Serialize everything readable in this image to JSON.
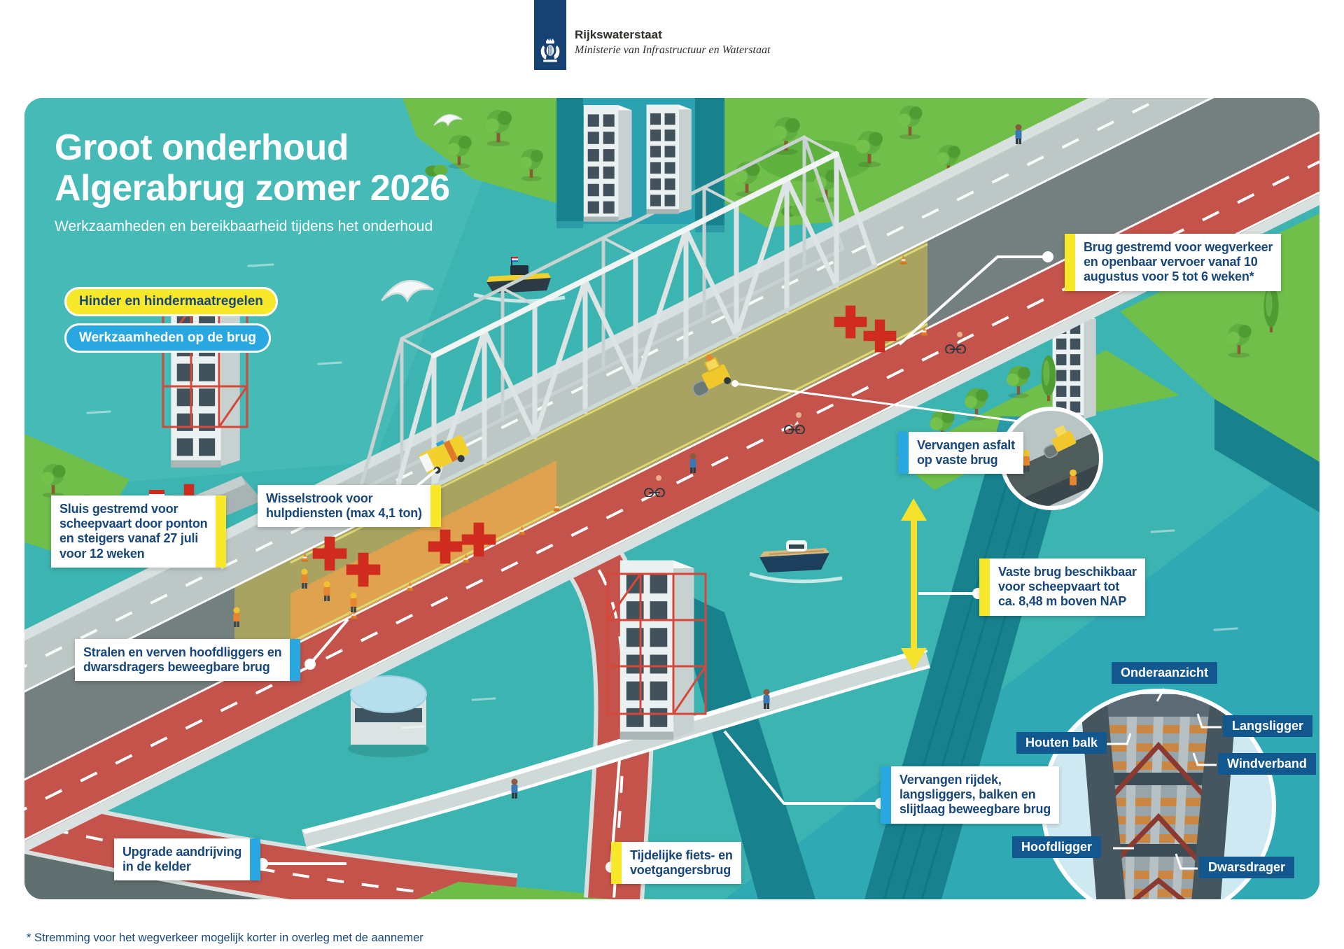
{
  "header": {
    "brand": "Rijkswaterstaat",
    "ministry": "Ministerie van Infrastructuur en Waterstaat"
  },
  "title": {
    "line1": "Groot onderhoud",
    "line2": "Algerabrug zomer 2026",
    "subtitle": "Werkzaamheden en bereikbaarheid tijdens het onderhoud"
  },
  "legend": {
    "hinder": "Hinder en hindermaatregelen",
    "werk": "Werkzaamheden op de brug"
  },
  "callouts": {
    "brug_gestremd": "Brug gestremd voor wegverkeer\nen openbaar vervoer vanaf 10\naugustus voor 5 tot 6 weken*",
    "wisselstrook": "Wisselstrook voor\nhulpdiensten (max 4,1 ton)",
    "sluis_gestremd": "Sluis gestremd voor\nscheepvaart door ponton\nen steigers vanaf 27 juli\nvoor 12 weken",
    "stralen_verven": "Stralen en verven hoofdliggers en\ndwarsdragers beweegbare brug",
    "vervangen_asfalt": "Vervangen asfalt\nop vaste brug",
    "vaste_brug": "Vaste brug beschikbaar\nvoor scheepvaart tot\nca. 8,48 m boven NAP",
    "vervangen_rijdek": "Vervangen rijdek,\nlangsliggers, balken en\nslijtlaag beweegbare brug",
    "upgrade_aandrijving": "Upgrade aandrijving\nin de kelder",
    "tijdelijke_brug": "Tijdelijke fiets- en\nvoetgangersbrug"
  },
  "detail_view": {
    "title": "Onderaanzicht",
    "houten_balk": "Houten balk",
    "langsligger": "Langsligger",
    "windverband": "Windverband",
    "hoofdligger": "Hoofdligger",
    "dwarsdrager": "Dwarsdrager"
  },
  "footnote": "* Stremming voor het wegverkeer mogelijk korter in overleg met de aannemer",
  "colors": {
    "teal_water": "#3cb4b1",
    "canal_wall": "#17818e",
    "green_land": "#70bf4a",
    "road_red": "#c4544b",
    "closed_lane_olive": "#a8a360",
    "movable_deck_orange": "#dfa24e",
    "accent_yellow": "#f7e829",
    "accent_blue": "#29a7e0",
    "label_blue": "#12578e",
    "text_blue": "#17477c",
    "logo_blue": "#154273",
    "cross_red": "#cf2b1e"
  },
  "icons": {
    "coat_of_arms": "rijksoverheid-crest",
    "red_cross": "closed-marker",
    "clearance_arrow": "vertical double arrow",
    "legend_pill": "rounded label"
  }
}
